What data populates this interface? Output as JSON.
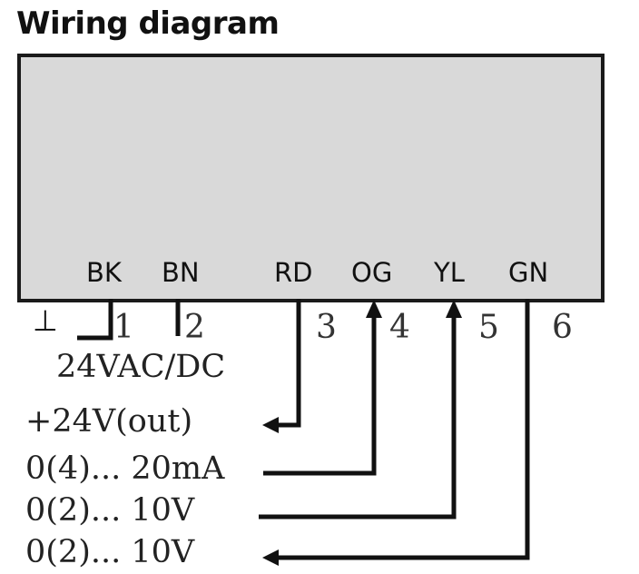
{
  "title": "Wiring diagram",
  "wires": [
    {
      "code": "BK",
      "terminal": "1"
    },
    {
      "code": "BN",
      "terminal": "2"
    },
    {
      "code": "RD",
      "terminal": "3"
    },
    {
      "code": "OG",
      "terminal": "4"
    },
    {
      "code": "YL",
      "terminal": "5"
    },
    {
      "code": "GN",
      "terminal": "6"
    }
  ],
  "ground_symbol": "⊥",
  "supply_label": "24VAC/DC",
  "io_lines": [
    {
      "text": "+24V(out)",
      "direction": "output"
    },
    {
      "text": "0(4)... 20mA",
      "direction": "input"
    },
    {
      "text": "0(2)... 10V",
      "direction": "input"
    },
    {
      "text": "0(2)... 10V",
      "direction": "output"
    }
  ]
}
